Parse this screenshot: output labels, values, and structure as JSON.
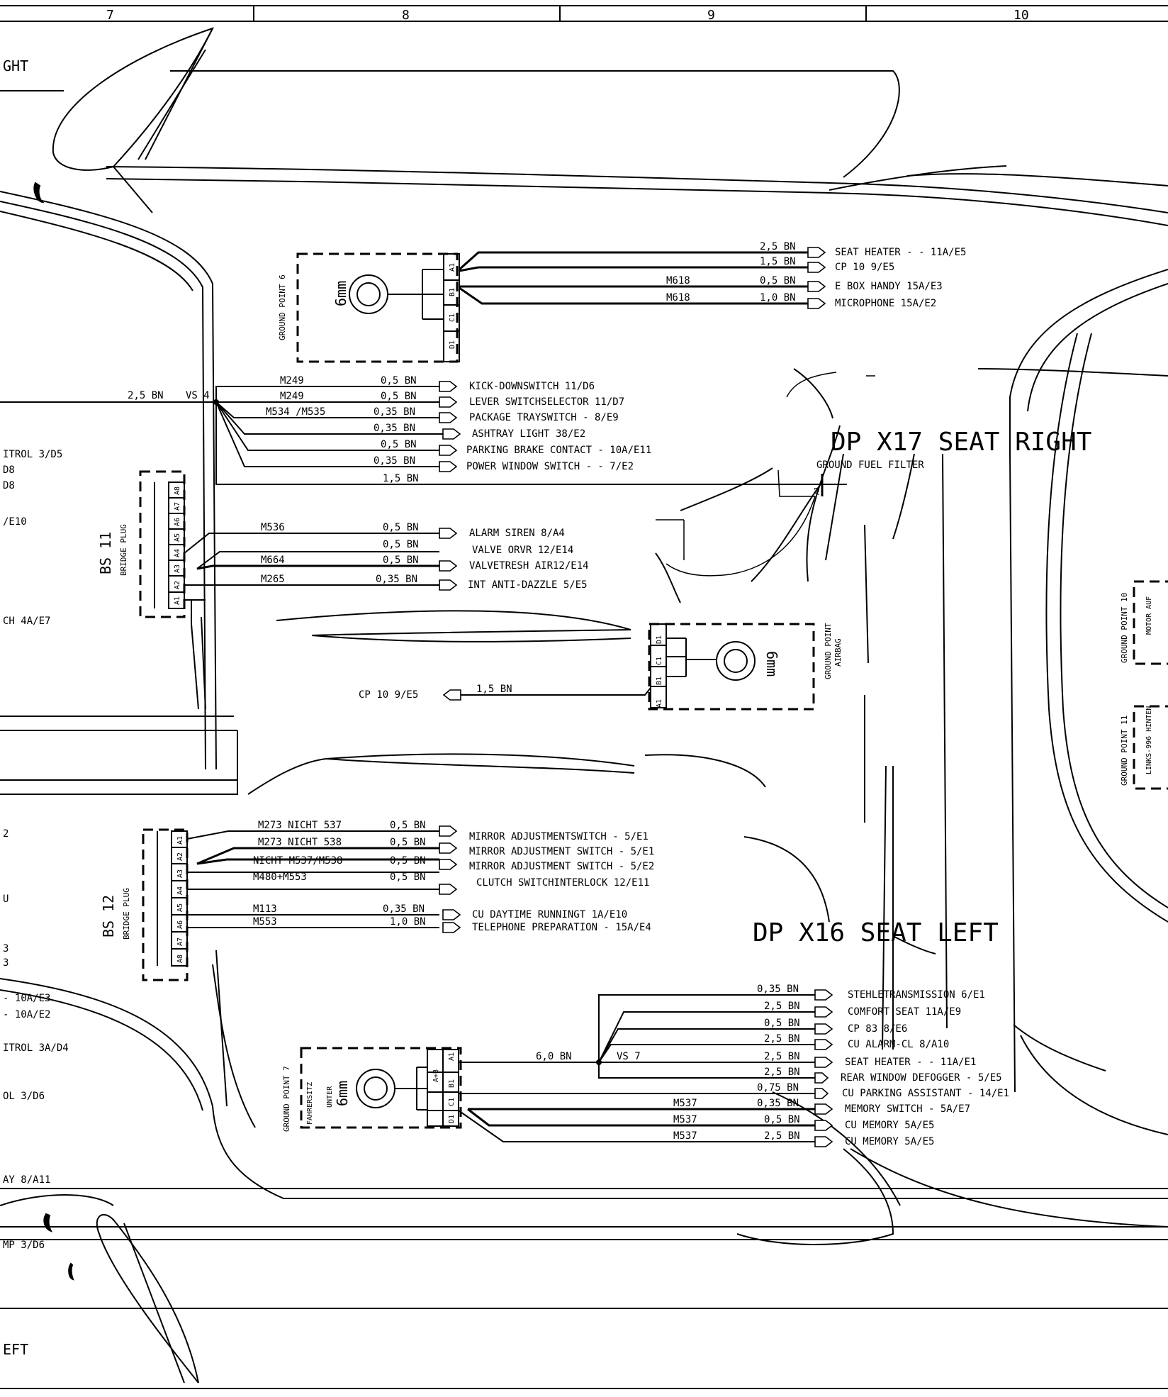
{
  "header_columns": [
    "7",
    "8",
    "9",
    "10"
  ],
  "edge_labels": {
    "top_left": "GHT",
    "bottom_left": "EFT",
    "left_refs": [
      "ITROL 3/D5",
      "D8",
      "D8",
      "/E10",
      "CH  4A/E7",
      "2",
      "U",
      "3",
      "3",
      "- 10A/E3",
      "- 10A/E2",
      "ITROL 3A/D4",
      "OL 3/D6",
      "AY 8/A11",
      "MP 3/D6"
    ]
  },
  "headings": {
    "seat_right": "DP  X17  SEAT  RIGHT",
    "seat_left": "DP  X16  SEAT  LEFT",
    "ground_fuel_filter": "GROUND FUEL FILTER"
  },
  "components": {
    "gp6": {
      "title": "GROUND POINT 6",
      "stud": "6mm",
      "pins": [
        "A1",
        "B1",
        "C1",
        "D1"
      ]
    },
    "gp_airbag": {
      "title": "GROUND POINT",
      "subtitle": "AIRBAG",
      "stud": "6mm",
      "pins": [
        "A1",
        "B1",
        "C1",
        "D1"
      ]
    },
    "gp7": {
      "title": "GROUND POINT 7",
      "subtitle": "FAHRERSITZ",
      "stud_label": "UNTER",
      "stud": "6mm",
      "pins": [
        "A1",
        "B1",
        "A+B",
        "C1",
        "D1"
      ]
    },
    "gp10": {
      "title": "GROUND POINT 10",
      "sub": "MOTOR AUF"
    },
    "gp11": {
      "title": "GROUND POINT 11",
      "sub": "LINKS-996 HINTEN"
    },
    "bs11": {
      "title": "BS 11",
      "subtitle": "BRIDGE PLUG",
      "pins": [
        "A8",
        "A7",
        "A6",
        "A5",
        "A4",
        "A3",
        "A2",
        "A1"
      ]
    },
    "bs12": {
      "title": "BS 12",
      "subtitle": "BRIDGE PLUG",
      "pins": [
        "A1",
        "A2",
        "A3",
        "A4",
        "A5",
        "A6",
        "A7",
        "A8"
      ]
    }
  },
  "splices": {
    "vs4": "VS 4",
    "vs4_wire": "2,5 BN",
    "vs7": "VS 7",
    "vs7_wire": "6,0 BN",
    "fuel_filter_pin": "A1"
  },
  "gp6_wires": [
    {
      "code": "",
      "gauge": "2,5 BN",
      "dest": "SEAT HEATER  - - 11A/E5"
    },
    {
      "code": "",
      "gauge": "1,5 BN",
      "dest": "CP 10  9/E5"
    },
    {
      "code": "M618",
      "gauge": "0,5 BN",
      "dest": "E BOX HANDY   15A/E3"
    },
    {
      "code": "M618",
      "gauge": "1,0 BN",
      "dest": "MICROPHONE    15A/E2"
    }
  ],
  "vs4_wires": [
    {
      "code": "M249",
      "gauge": "0,5 BN",
      "dest": "KICK-DOWNSWITCH 11/D6"
    },
    {
      "code": "M249",
      "gauge": "0,5 BN",
      "dest": "LEVER SWITCHSELECTOR 11/D7"
    },
    {
      "code": "M534 /M535",
      "gauge": "0,35 BN",
      "dest": "PACKAGE TRAYSWITCH - 8/E9"
    },
    {
      "code": "",
      "gauge": "0,35 BN",
      "dest": "ASHTRAY LIGHT  38/E2"
    },
    {
      "code": "",
      "gauge": "0,5 BN",
      "dest": "PARKING BRAKE CONTACT - 10A/E11"
    },
    {
      "code": "",
      "gauge": "0,35 BN",
      "dest": "POWER WINDOW SWITCH - - 7/E2"
    },
    {
      "code": "",
      "gauge": "1,5 BN",
      "dest": ""
    }
  ],
  "bs11_wires": [
    {
      "code": "M536",
      "gauge": "0,5 BN",
      "dest": "ALARM SIREN 8/A4"
    },
    {
      "code": "",
      "gauge": "0,5 BN",
      "dest": "VALVE ORVR 12/E14"
    },
    {
      "code": "M664",
      "gauge": "0,5 BN",
      "dest": "VALVETRESH AIR12/E14"
    },
    {
      "code": "M265",
      "gauge": "0,35 BN",
      "dest": "INT ANTI-DAZZLE 5/E5"
    }
  ],
  "airbag_wire": {
    "dest": "CP 10  9/E5",
    "gauge": "1,5 BN"
  },
  "bs12_wires": [
    {
      "code": "M273 NICHT 537",
      "gauge": "0,5 BN",
      "dest": "MIRROR ADJUSTMENTSWITCH - 5/E1"
    },
    {
      "code": "M273 NICHT 538",
      "gauge": "0,5 BN",
      "dest": "MIRROR ADJUSTMENT SWITCH  - 5/E1"
    },
    {
      "code": "NICHT M537/M538",
      "gauge": "0,5 BN",
      "dest": "MIRROR ADJUSTMENT SWITCH   - 5/E2"
    },
    {
      "code": "M480+M553",
      "gauge": "0,5 BN",
      "dest": "CLUTCH SWITCHINTERLOCK 12/E11"
    },
    {
      "code": "M113",
      "gauge": "0,35 BN",
      "dest": "CU DAYTIME RUNNINGT 1A/E10"
    },
    {
      "code": "M553",
      "gauge": "1,0 BN",
      "dest": "TELEPHONE PREPARATION - 15A/E4"
    }
  ],
  "vs7_wires": [
    {
      "code": "",
      "gauge": "0,35 BN",
      "dest": "STEHLETRANSMISSION 6/E1"
    },
    {
      "code": "",
      "gauge": "2,5 BN",
      "dest": "COMFORT SEAT  11A/E9"
    },
    {
      "code": "",
      "gauge": "0,5 BN",
      "dest": "CP 83 8/E6"
    },
    {
      "code": "",
      "gauge": "2,5 BN",
      "dest": "CU ALARM-CL 8/A10"
    },
    {
      "code": "",
      "gauge": "2,5 BN",
      "dest": "SEAT HEATER - - 11A/E1"
    },
    {
      "code": "",
      "gauge": "2,5 BN",
      "dest": "REAR WINDOW DEFOGGER - 5/E5"
    }
  ],
  "gp7_wires": [
    {
      "code": "",
      "gauge": "0,75 BN",
      "dest": "CU PARKING ASSISTANT - 14/E1"
    },
    {
      "code": "M537",
      "gauge": "0,35 BN",
      "dest": "MEMORY SWITCH  - 5A/E7"
    },
    {
      "code": "M537",
      "gauge": "0,5 BN",
      "dest": "CU MEMORY 5A/E5"
    },
    {
      "code": "M537",
      "gauge": "2,5 BN",
      "dest": "CU MEMORY 5A/E5"
    }
  ]
}
